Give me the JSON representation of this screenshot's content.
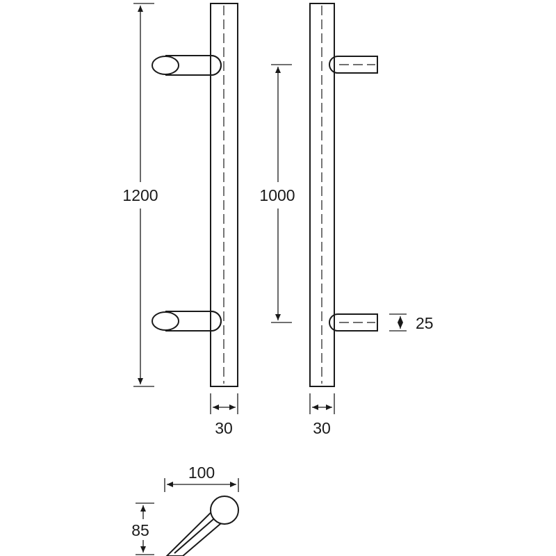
{
  "dimensions": {
    "overall_length": "1200",
    "center_distance": "1000",
    "bar_diameter_front": "30",
    "bar_diameter_side": "30",
    "standoff_diameter": "25",
    "projection_horizontal": "100",
    "projection_vertical": "85"
  },
  "colors": {
    "ink": "#1a1a1a",
    "paper": "#ffffff"
  }
}
